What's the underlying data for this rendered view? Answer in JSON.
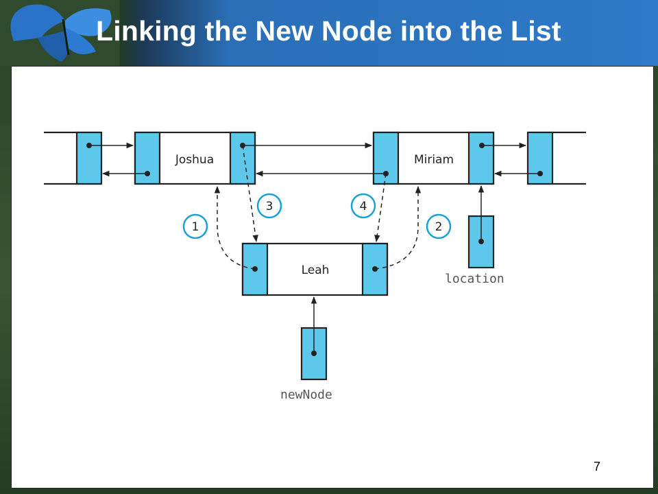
{
  "slide": {
    "title": "Linking the New Node into the List",
    "page_number": "7"
  },
  "diagram": {
    "nodes": {
      "joshua": "Joshua",
      "miriam": "Miriam",
      "leah": "Leah"
    },
    "pointers": {
      "location": "location",
      "new_node": "newNode"
    },
    "steps": [
      "1",
      "2",
      "3",
      "4"
    ]
  },
  "colors": {
    "cell_fill": "#5ec7ec",
    "step_circle": "#1aa0d8",
    "title_bar": "#2e79c8",
    "line": "#222222"
  }
}
